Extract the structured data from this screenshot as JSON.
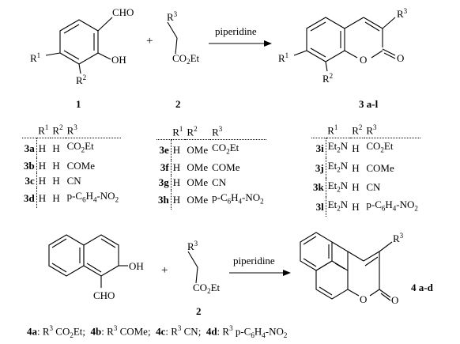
{
  "reaction1": {
    "reagent_text": "piperidine",
    "compound1_label": "1",
    "compound2_label": "2",
    "product_label": "3 a-l",
    "plus": "+",
    "cho": "CHO",
    "oh": "OH",
    "ester": "CO2Et",
    "r1": "R1",
    "r2": "R2",
    "r3": "R3",
    "ring_o": "O",
    "carbonyl_o": "O"
  },
  "tables": [
    {
      "headers": [
        "R1",
        "R2",
        "R3"
      ],
      "rows": [
        {
          "id": "3a",
          "r1": "H",
          "r2": "H",
          "r3": "CO2Et"
        },
        {
          "id": "3b",
          "r1": "H",
          "r2": "H",
          "r3": "COMe"
        },
        {
          "id": "3c",
          "r1": "H",
          "r2": "H",
          "r3": "CN"
        },
        {
          "id": "3d",
          "r1": "H",
          "r2": "H",
          "r3": "p-C6H4-NO2"
        }
      ]
    },
    {
      "headers": [
        "R1",
        "R2",
        "R3"
      ],
      "rows": [
        {
          "id": "3e",
          "r1": "H",
          "r2": "OMe",
          "r3": "CO2Et"
        },
        {
          "id": "3f",
          "r1": "H",
          "r2": "OMe",
          "r3": "COMe"
        },
        {
          "id": "3g",
          "r1": "H",
          "r2": "OMe",
          "r3": "CN"
        },
        {
          "id": "3h",
          "r1": "H",
          "r2": "OMe",
          "r3": "p-C6H4-NO2"
        }
      ]
    },
    {
      "headers": [
        "R1",
        "R2",
        "R3"
      ],
      "rows": [
        {
          "id": "3i",
          "r1": "Et2N",
          "r2": "H",
          "r3": "CO2Et"
        },
        {
          "id": "3j",
          "r1": "Et2N",
          "r2": "H",
          "r3": "COMe"
        },
        {
          "id": "3k",
          "r1": "Et2N",
          "r2": "H",
          "r3": "CN"
        },
        {
          "id": "3l",
          "r1": "Et2N",
          "r2": "H",
          "r3": "p-C6H4-NO2"
        }
      ]
    }
  ],
  "reaction2": {
    "reagent_text": "piperidine",
    "compound2_label": "2",
    "product_label": "4 a-d",
    "plus": "+",
    "cho": "CHO",
    "oh": "OH",
    "ester": "CO2Et",
    "r3": "R3",
    "ring_o": "O",
    "carbonyl_o": "O"
  },
  "footer": [
    {
      "id": "4a",
      "text": ": R3 CO2Et;"
    },
    {
      "id": "4b",
      "text": ": R3 COMe;"
    },
    {
      "id": "4c",
      "text": ": R3 CN;"
    },
    {
      "id": "4d",
      "text": ": R3 p-C6H4-NO2"
    }
  ]
}
